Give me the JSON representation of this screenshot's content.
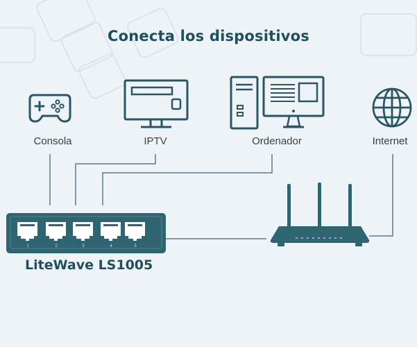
{
  "title": "Conecta los dispositivos",
  "devices": {
    "console": {
      "label": "Consola",
      "icon": "gamepad-icon"
    },
    "iptv": {
      "label": "IPTV",
      "icon": "tv-monitor-icon"
    },
    "computer": {
      "label": "Ordenador",
      "icon": "desktop-computer-icon"
    },
    "internet": {
      "label": "Internet",
      "icon": "globe-icon"
    }
  },
  "switch": {
    "name": "LiteWave LS1005",
    "ports": [
      "1",
      "2",
      "3",
      "4",
      "5"
    ],
    "icon": "network-switch-icon"
  },
  "router": {
    "icon": "router-icon"
  },
  "colors": {
    "icon_stroke": "#2b5562",
    "device_teal": "#2e6571",
    "line": "#5b7b85",
    "title": "#1f4f5c"
  }
}
